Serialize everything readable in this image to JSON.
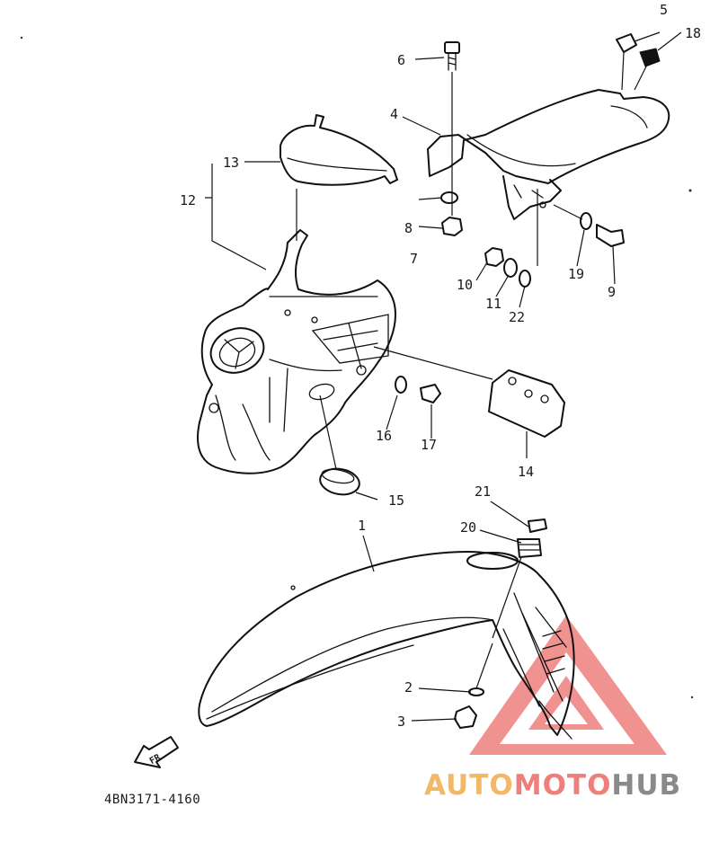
{
  "diagram": {
    "part_labels": {
      "p1": "1",
      "p2": "2",
      "p3": "3",
      "p4": "4",
      "p5": "5",
      "p6": "6",
      "p7": "7",
      "p8": "8",
      "p9": "9",
      "p10": "10",
      "p11": "11",
      "p12": "12",
      "p13": "13",
      "p14": "14",
      "p15": "15",
      "p16": "16",
      "p17": "17",
      "p18": "18",
      "p19": "19",
      "p20": "20",
      "p21": "21",
      "p22": "22"
    },
    "drawing_code": "4BN3171-4160",
    "front_arrow_label": "FR"
  },
  "watermark": {
    "part1": "AUTO",
    "part2": "MOTO",
    "part3": "HUB",
    "colors": {
      "part1": "#f2b866",
      "part2": "#ee7f7a",
      "part3": "#8a8a8a",
      "triangle": "#ec6f6c"
    }
  }
}
